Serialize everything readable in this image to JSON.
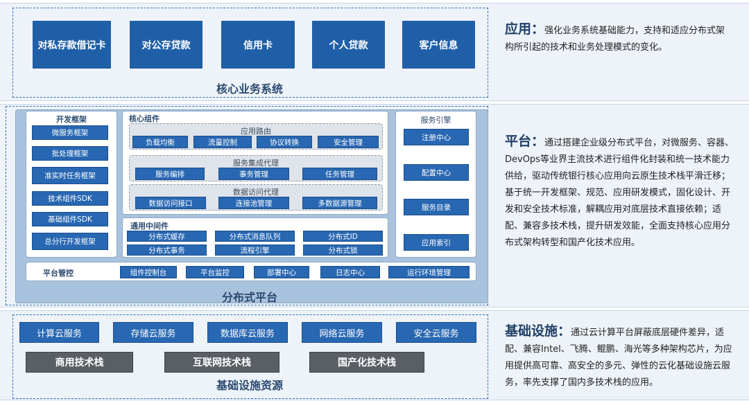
{
  "app": {
    "buttons": [
      "对私存款借记卡",
      "对公存贷款",
      "信用卡",
      "个人贷款",
      "客户信息"
    ],
    "title": "核心业务系统",
    "desc_head": "应用：",
    "desc_body": "强化业务系统基础能力，支持和适应分布式架构所引起的技术和业务处理模式的变化。"
  },
  "platform": {
    "title": "分布式平台",
    "dev_framework": {
      "title": "开发框架",
      "items": [
        "微服务框架",
        "批处理框架",
        "准实时任务框架",
        "技术组件SDK",
        "基础组件SDK",
        "总分行开发框架"
      ]
    },
    "core": {
      "title": "核心组件",
      "routing": {
        "title": "应用路由",
        "items": [
          "负载均衡",
          "流量控制",
          "协议转换",
          "安全管理"
        ]
      },
      "integration": {
        "title": "服务集成代理",
        "items": [
          "服务编排",
          "事务管理",
          "任务管理"
        ]
      },
      "data_access": {
        "title": "数据访问代理",
        "items": [
          "数据访问接口",
          "连接池管理",
          "多数据源管理"
        ]
      }
    },
    "middleware": {
      "title": "通用中间件",
      "items": [
        "分布式缓存",
        "分布式消息队列",
        "分布式ID",
        "分布式事务",
        "流程引擎",
        "分布式锁"
      ]
    },
    "service_engine": {
      "title": "服务引擎",
      "items": [
        "注册中心",
        "配置中心",
        "服务目录",
        "应用索引"
      ]
    },
    "control": {
      "title": "平台管控",
      "items": [
        "组件控制台",
        "平台监控",
        "部署中心",
        "日志中心",
        "运行环境管理"
      ]
    },
    "desc_head": "平台：",
    "desc_body": "通过搭建企业级分布式平台，对微服务、容器、DevOps等业界主流技术进行组件化封装和统一技术能力供给，驱动传统银行核心应用向云原生技术栈平滑迁移；基于统一开发框架、规范、应用研发模式，固化设计、开发和安全技术标准，解耦应用对底层技术直接依赖；适配、兼容多技术栈，提升研发效能，全面支持核心应用分布式架构转型和国产化技术应用。"
  },
  "infra": {
    "cloud": [
      "计算云服务",
      "存储云服务",
      "数据库云服务",
      "网络云服务",
      "安全云服务"
    ],
    "stacks": [
      "商用技术栈",
      "互联网技术栈",
      "国产化技术栈"
    ],
    "title": "基础设施资源",
    "desc_head": "基础设施：",
    "desc_body": "通过云计算平台屏蔽底层硬件差异，适配、兼容Intel、飞腾、鲲鹏、海光等多种架构芯片，为应用提供高可靠、高安全的多元、弹性的云化基础设施云服务，率先支撑了国内多技术栈的应用。"
  }
}
